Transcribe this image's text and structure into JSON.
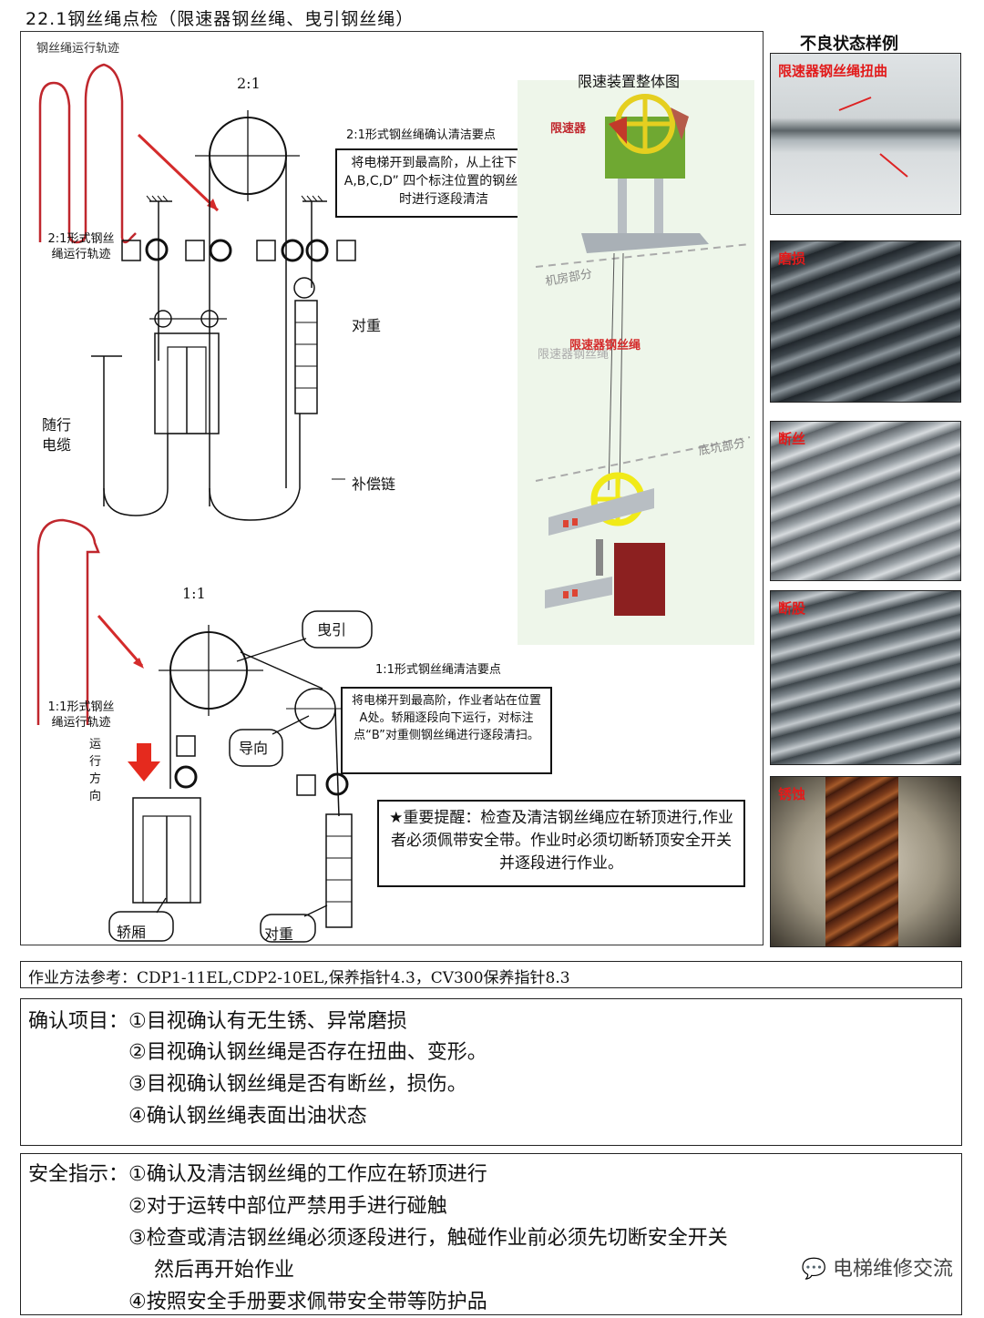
{
  "page_title": "22.1钢丝绳点检（限速器钢丝绳、曳引钢丝绳）",
  "diagram": {
    "rope_track_label": "钢丝绳运行轨迹",
    "ratio_2_1": "2:1",
    "ratio_1_1": "1:1",
    "label_2_1_track": "2:1形式钢丝\n绳运行轨迹",
    "label_1_1_track": "1:1形式钢丝\n绳运行轨迹",
    "counterweight": "对重",
    "traveling_cable": "随行\n电缆",
    "compensation_chain": "补偿链",
    "traction": "曳引",
    "guide": "导向",
    "car": "轿厢",
    "counterweight_bottom": "对重",
    "direction": "运\n行\n方\n向",
    "note_2_1_title": "2:1形式钢丝绳确认清洁要点",
    "note_2_1_text": "将电梯开到最高阶，从上往下对“ A,B,C,D” 四个标注位置的钢丝绳同时进行逐段清洁",
    "note_1_1_title": "1:1形式钢丝绳清洁要点",
    "note_1_1_text": "将电梯开到最高阶，作业者站在位置A处。轿厢逐段向下运行，对标注点“B”对重侧钢丝绳进行逐段清扫。",
    "governor_title": "限速装置整体图",
    "governor_label": "限速器",
    "machine_room": "机房部分",
    "governor_rope": "限速器钢丝绳",
    "governor_rope_faded": "限速器钢丝绳",
    "pit": "底坑部分",
    "warning": "★重要提醒：检查及清洁钢丝绳应在轿顶进行,作业者必须佩带安全带。作业时必须切断轿顶安全开关并逐段进行作业。"
  },
  "defects": {
    "title": "不良状态样例",
    "items": [
      {
        "label": "限速器钢丝绳扭曲"
      },
      {
        "label": "磨损"
      },
      {
        "label": "断丝"
      },
      {
        "label": "断股"
      },
      {
        "label": "锈蚀"
      }
    ]
  },
  "reference": "作业方法参考：CDP1-11EL,CDP2-10EL,保养指针4.3，CV300保养指针8.3",
  "confirm": {
    "lines": [
      "确认项目：①目视确认有无生锈、异常磨损",
      "②目视确认钢丝绳是否存在扭曲、变形。",
      "③目视确认钢丝绳是否有断丝，损伤。",
      "④确认钢丝绳表面出油状态"
    ]
  },
  "safety": {
    "lines": [
      "安全指示：①确认及清洁钢丝绳的工作应在轿顶进行",
      "②对于运转中部位严禁用手进行碰触",
      "③检查或清洁钢丝绳必须逐段进行，触碰作业前必须先切断安全开关",
      "然后再开始作业",
      "④按照安全手册要求佩带安全带等防护品"
    ]
  },
  "watermark": "电梯维修交流"
}
